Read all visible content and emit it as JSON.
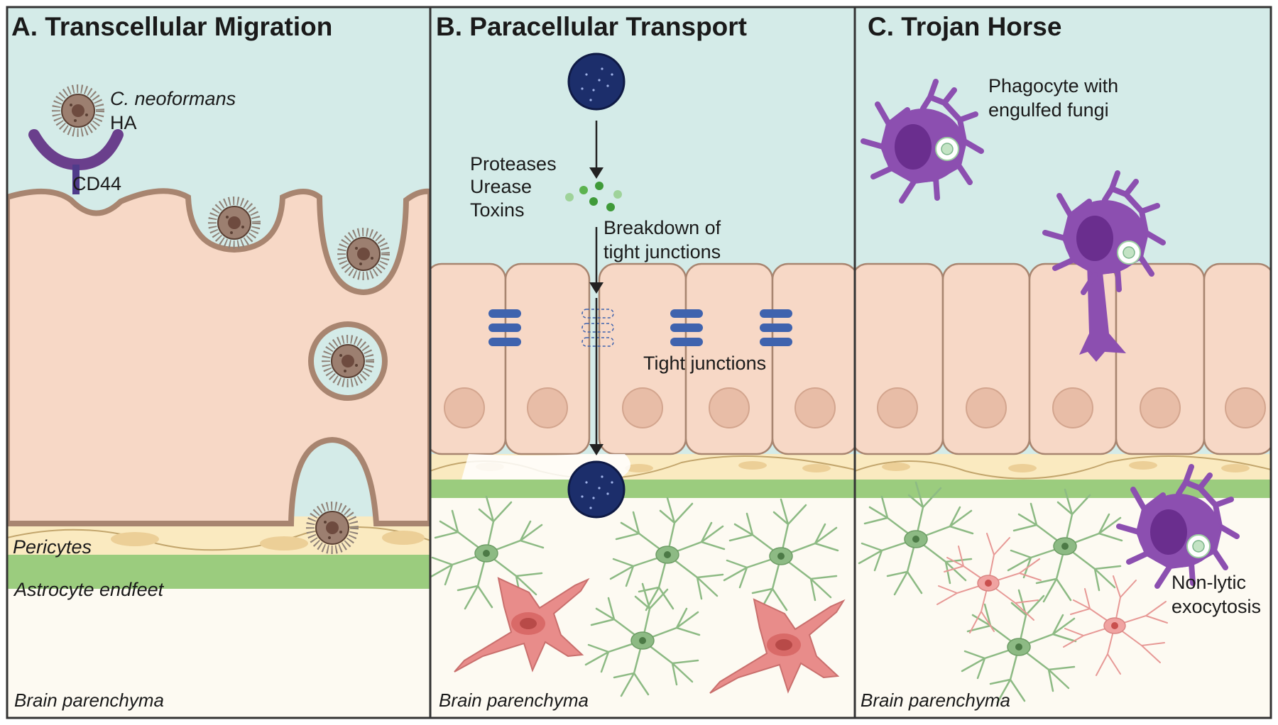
{
  "panels": [
    {
      "title": "A. Transcellular Migration"
    },
    {
      "title": "B. Paracellular Transport"
    },
    {
      "title": "C. Trojan Horse"
    }
  ],
  "labels": {
    "organism": "C. neoformans",
    "ha": "HA",
    "cd44": "CD44",
    "pericytes": "Pericytes",
    "astrocyte_endfeet": "Astrocyte endfeet",
    "brain_parenchyma": "Brain parenchyma",
    "proteases": "Proteases",
    "urease": "Urease",
    "toxins": "Toxins",
    "breakdown_line1": "Breakdown of",
    "breakdown_line2": "tight junctions",
    "tight_junctions": "Tight junctions",
    "phagocyte_line1": "Phagocyte with",
    "phagocyte_line2": "engulfed fungi",
    "exocytosis_line1": "Non-lytic",
    "exocytosis_line2": "exocytosis"
  },
  "colors": {
    "lumen": "#d4ebe8",
    "endothelium": "#f7d8c6",
    "membrane": "#a88570",
    "pericyte_layer": "#faeac0",
    "astrocyte_layer": "#9bcc7e",
    "parenchyma": "#fdfaf2",
    "fungus": "#1c2e6b",
    "tight_junction": "#3f63ae",
    "phagocyte": "#8c4fb0",
    "astrocyte_cell": "#8dba84",
    "neuron_cell": "#e88c8a"
  }
}
